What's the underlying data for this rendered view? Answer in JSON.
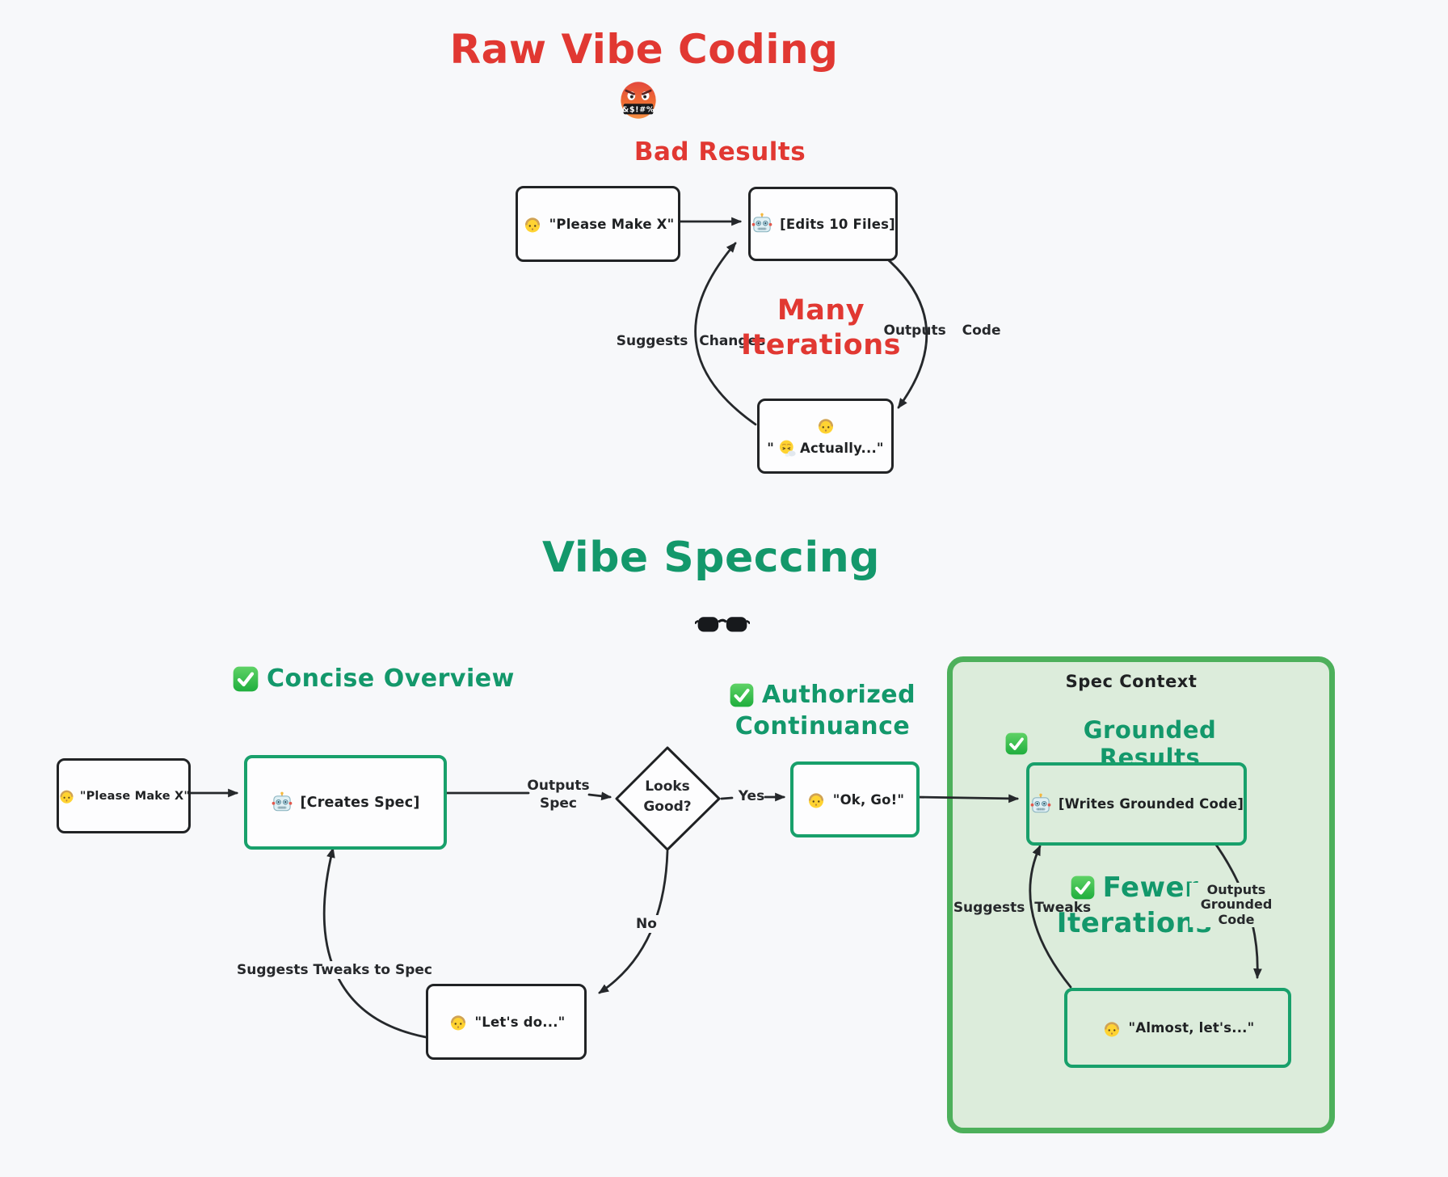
{
  "colors": {
    "background": "#f7f8fa",
    "red": "#e13832",
    "green": "#13986b",
    "node_green_border": "#18a06b",
    "panel_border": "#4db05b",
    "panel_background": "#dcecdb",
    "ink": "#1f2123"
  },
  "raw_section": {
    "title": "Raw Vibe Coding",
    "title_emoji": "cursing-face-emoji",
    "censored_text": "&$!#%",
    "subtitle": "Bad Results",
    "request_node": {
      "icon": "person-emoji",
      "text": "\"Please Make X\""
    },
    "agent_node": {
      "icon": "robot-emoji",
      "text": "[Edits 10 Files]"
    },
    "loop": {
      "left_label": "Suggests Changes",
      "right_label": "Outputs Code",
      "center_line1": "Many",
      "center_line2": "Iterations"
    },
    "response_node": {
      "icon": "person-emoji",
      "open_quote": "\"",
      "face_icon": "exhaling-face-emoji",
      "text": "Actually...\""
    }
  },
  "spec_section": {
    "title": "Vibe Speccing",
    "title_emoji": "sunglasses-emoji",
    "benefit_overview": {
      "check": "check-emoji",
      "label": "Concise Overview"
    },
    "benefit_continuance": {
      "check": "check-emoji",
      "line1": "Authorized",
      "line2": "Continuance"
    },
    "request_node": {
      "icon": "person-emoji",
      "text": "\"Please Make X\""
    },
    "spec_node": {
      "icon": "robot-emoji",
      "text": "[Creates Spec]"
    },
    "outputs_spec_label": {
      "line1": "Outputs",
      "line2": "Spec"
    },
    "decision_node": {
      "line1": "Looks",
      "line2": "Good?"
    },
    "yes_label": "Yes",
    "no_label": "No",
    "go_node": {
      "icon": "person-emoji",
      "text": "\"Ok, Go!\""
    },
    "lets_do_node": {
      "icon": "person-emoji",
      "text": "\"Let's do...\""
    },
    "tweaks_label": "Suggests Tweaks to Spec",
    "panel": {
      "title": "Spec Context",
      "benefit_grounded": {
        "check": "check-emoji",
        "label": "Grounded Results"
      },
      "code_node": {
        "icon": "robot-emoji",
        "text": "[Writes Grounded Code]"
      },
      "loop": {
        "left_label": "Suggests Tweaks",
        "center_check": "check-emoji",
        "center_line1": "Fewer",
        "center_line2": "Iterations",
        "right_line1": "Outputs",
        "right_line2": "Grounded",
        "right_line3": "Code"
      },
      "response_node": {
        "icon": "person-emoji",
        "text": "\"Almost, let's...\""
      }
    }
  }
}
